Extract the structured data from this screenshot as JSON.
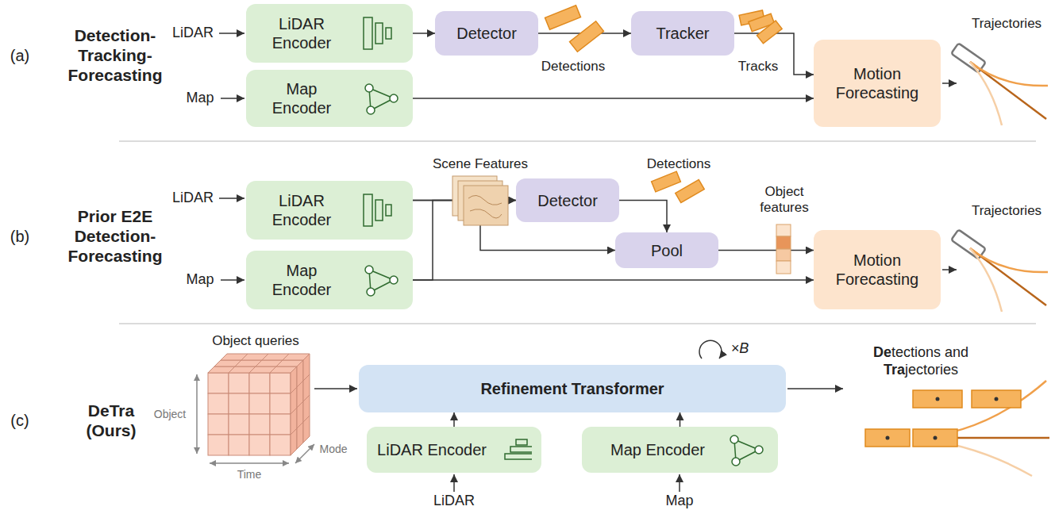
{
  "diagram": {
    "nodes": [
      {
        "text": [
          "LiDAR Encoder"
        ]
      },
      {
        "text": [
          "Map Encoder"
        ]
      },
      {
        "text": [
          "Detector"
        ]
      },
      {
        "text": [
          "Tracker"
        ]
      },
      {
        "text": [
          "Motion Forecasting"
        ]
      },
      {
        "text": [
          "LiDAR Encoder"
        ]
      },
      {
        "text": [
          "Map Encoder"
        ]
      },
      {
        "text": [
          "Detector"
        ]
      },
      {
        "text": [
          "Pool"
        ]
      },
      {
        "text": [
          "Motion Forecasting"
        ]
      },
      {
        "text": [
          "Refinement Transformer"
        ]
      },
      {
        "text": [
          "LiDAR Encoder"
        ]
      },
      {
        "text": [
          "Map Encoder"
        ]
      }
    ],
    "edges": [
      {
        "from": 0,
        "to": 2,
        "arrow": "to"
      },
      {
        "from": 2,
        "to": 3,
        "arrow": "to"
      },
      {
        "from": 3,
        "to": 4,
        "arrow": "to"
      },
      {
        "from": 1,
        "to": 4,
        "arrow": "to"
      },
      {
        "from": 5,
        "to": 7,
        "arrow": "to"
      },
      {
        "from": 6,
        "to": 7,
        "arrow": "to"
      },
      {
        "from": 5,
        "to": 8,
        "arrow": "to"
      },
      {
        "from": 7,
        "to": 8,
        "arrow": "to"
      },
      {
        "from": 8,
        "to": 9,
        "arrow": "to"
      },
      {
        "from": 6,
        "to": 9,
        "arrow": "to"
      },
      {
        "from": 11,
        "to": 10,
        "arrow": "to"
      },
      {
        "from": 12,
        "to": 10,
        "arrow": "to"
      }
    ],
    "labels": [
      "(a)",
      "Detection- Tracking- Forecasting",
      "LiDAR",
      "Map",
      "Detections",
      "Tracks",
      "Trajectories",
      "(b)",
      "Prior E2E Detection- Forecasting",
      "LiDAR",
      "Map",
      "Scene Features",
      "Detections",
      "Object features",
      "Trajectories",
      "(c)",
      "DeTra (Ours)",
      "Object queries",
      "Object",
      "Time",
      "Mode",
      "×B",
      "LiDAR",
      "Map",
      "Detections and Trajectories"
    ]
  }
}
